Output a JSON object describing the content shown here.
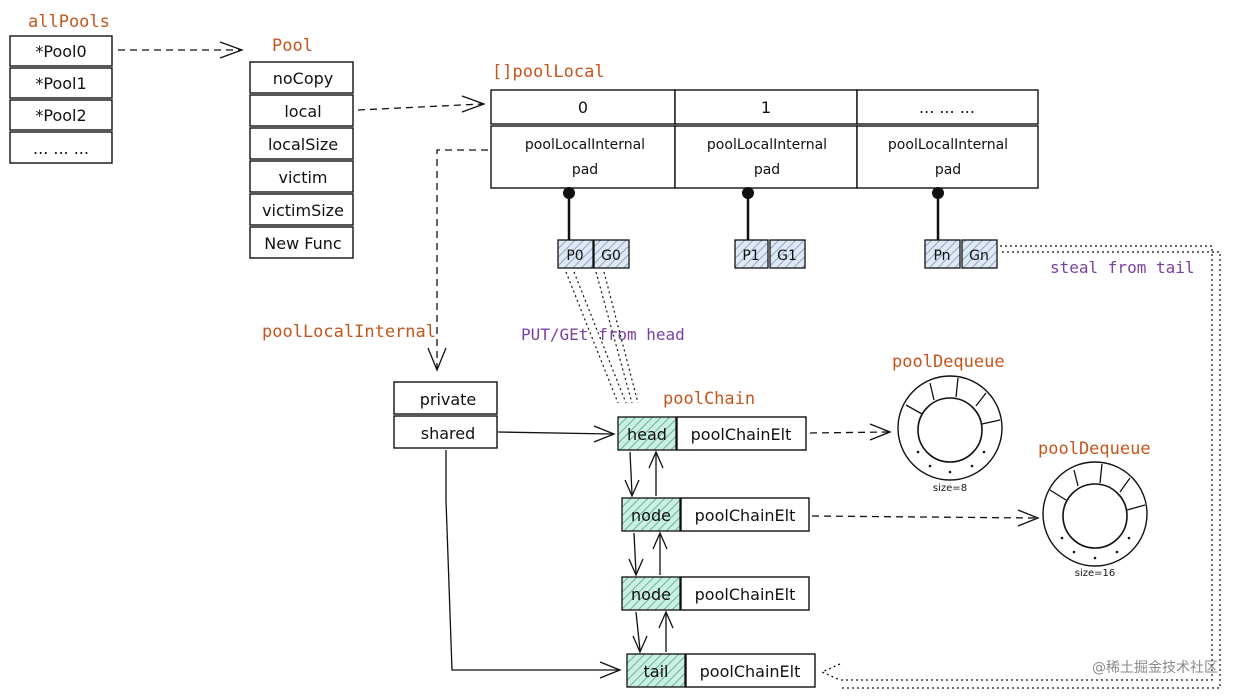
{
  "labels": {
    "allPools": "allPools",
    "pool": "Pool",
    "poolLocalArray": "[]poolLocal",
    "poolLocalInternal": "poolLocalInternal",
    "poolChain": "poolChain",
    "poolDequeue1": "poolDequeue",
    "poolDequeue2": "poolDequeue",
    "putGet": "PUT/GEt from head",
    "steal": "steal from tail"
  },
  "allPools": [
    "*Pool0",
    "*Pool1",
    "*Pool2",
    "... ... ..."
  ],
  "poolFields": [
    "noCopy",
    "local",
    "localSize",
    "victim",
    "victimSize",
    "New Func"
  ],
  "poolLocal": {
    "indices": [
      "0",
      "1",
      "... ... ..."
    ],
    "line1": "poolLocalInternal",
    "line2": "pad"
  },
  "pg": [
    {
      "p": "P0",
      "g": "G0"
    },
    {
      "p": "P1",
      "g": "G1"
    },
    {
      "p": "Pn",
      "g": "Gn"
    }
  ],
  "internalFields": [
    "private",
    "shared"
  ],
  "chain": [
    {
      "tag": "head",
      "elt": "poolChainElt"
    },
    {
      "tag": "node",
      "elt": "poolChainElt"
    },
    {
      "tag": "node",
      "elt": "poolChainElt"
    },
    {
      "tag": "tail",
      "elt": "poolChainElt"
    }
  ],
  "dequeue": [
    {
      "size": "size=8"
    },
    {
      "size": "size=16"
    }
  ],
  "watermark": "@稀土掘金技术社区",
  "colors": {
    "label": "#c4551d",
    "annotation": "#7b3fa0",
    "hatchBlue": "#9fb6d6",
    "hatchGreen": "#6fc2a6"
  }
}
